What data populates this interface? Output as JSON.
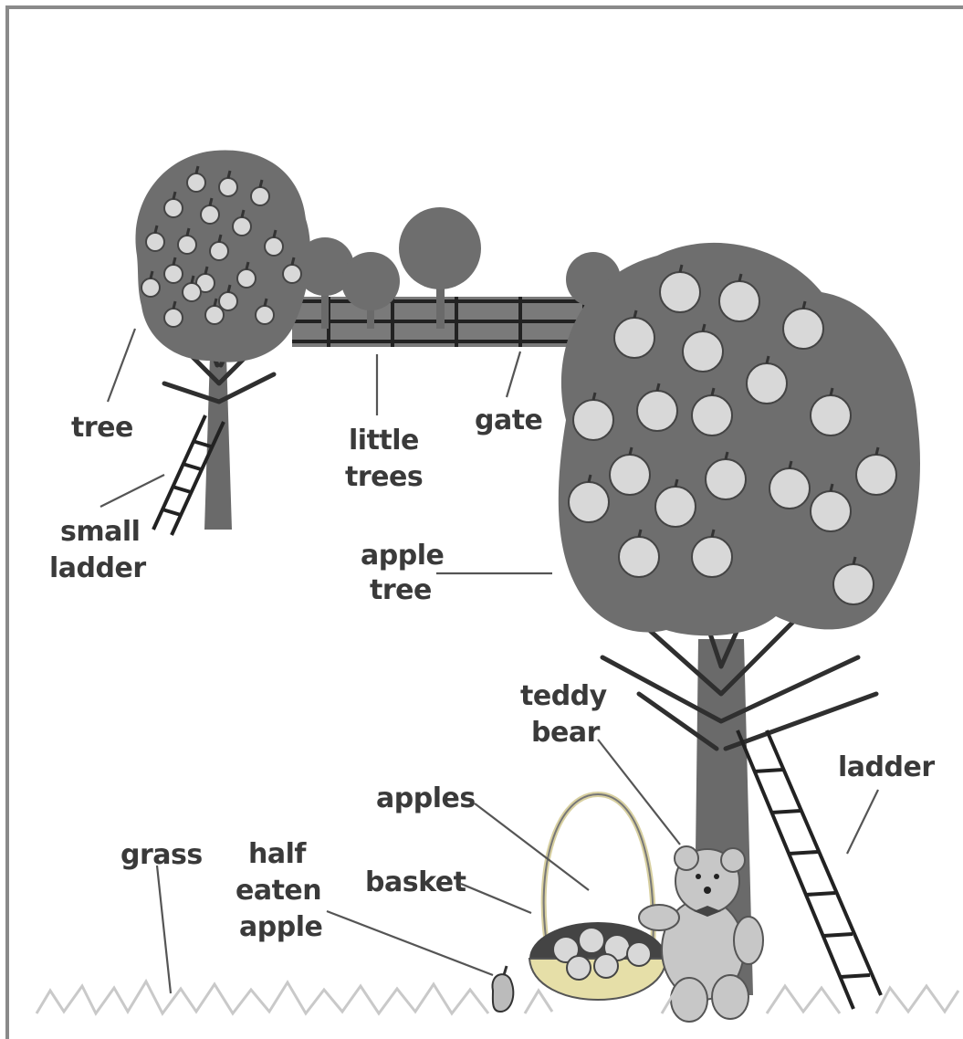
{
  "labels": {
    "tree": "tree",
    "small_ladder_1": "small",
    "small_ladder_2": "ladder",
    "little_trees_1": "little",
    "little_trees_2": "trees",
    "gate": "gate",
    "apple_tree_1": "apple",
    "apple_tree_2": "tree",
    "teddy_bear_1": "teddy",
    "teddy_bear_2": "bear",
    "ladder": "ladder",
    "apples": "apples",
    "basket": "basket",
    "grass": "grass",
    "half_eaten_apple_1": "half",
    "half_eaten_apple_2": "eaten",
    "half_eaten_apple_3": "apple"
  },
  "colors": {
    "canopy": "#6e6e6e",
    "apple": "#d8d8d8",
    "grass": "#c9c9c9",
    "label": "#3a3a3a",
    "frame": "#8a8a8a"
  }
}
